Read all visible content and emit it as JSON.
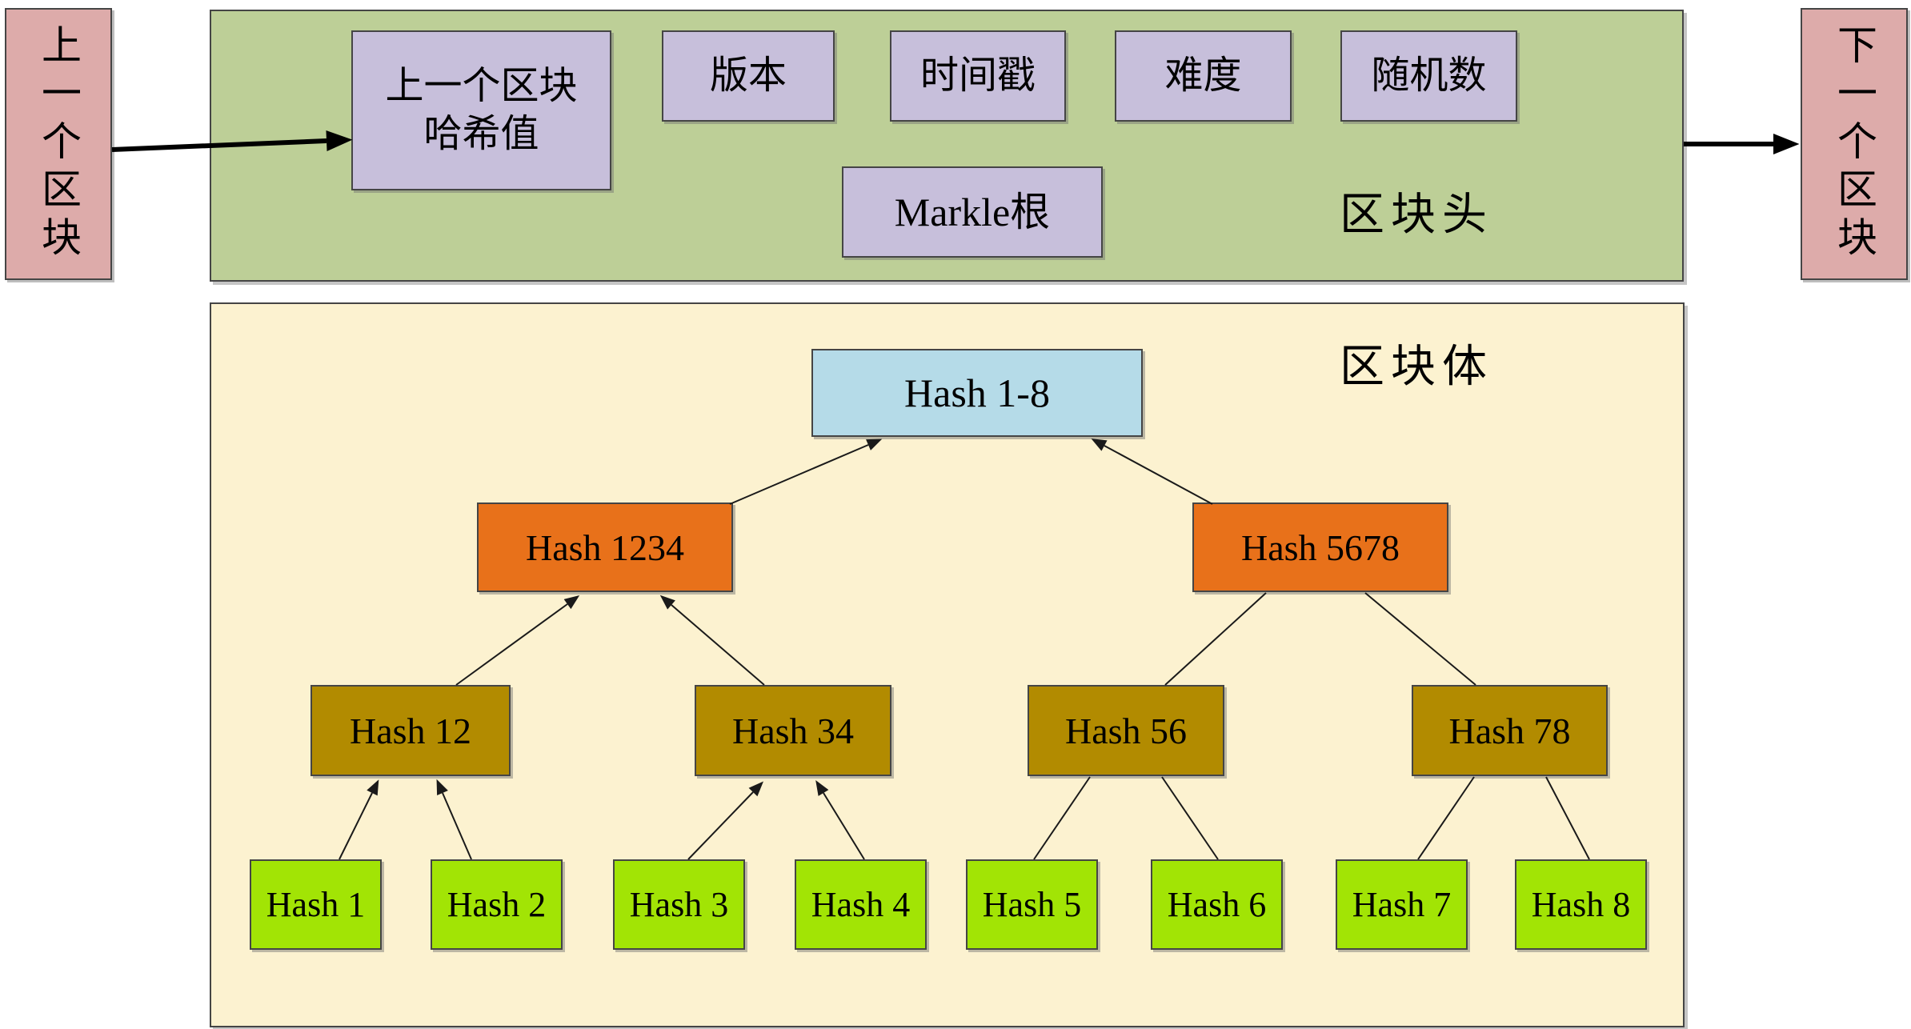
{
  "diagram": {
    "prev_block": {
      "label": "上一个区块"
    },
    "next_block": {
      "label": "下一个区块"
    },
    "block_header": {
      "section_label": "区块头",
      "prev_hash": {
        "line1": "上一个区块",
        "line2": "哈希值"
      },
      "version": "版本",
      "timestamp": "时间戳",
      "difficulty": "难度",
      "nonce": "随机数",
      "merkle_root": "Markle根"
    },
    "block_body": {
      "section_label": "区块体",
      "merkle_tree": {
        "root": "Hash 1-8",
        "level_2": [
          "Hash 1234",
          "Hash 5678"
        ],
        "level_3": [
          "Hash 12",
          "Hash 34",
          "Hash 56",
          "Hash 78"
        ],
        "leaves": [
          "Hash 1",
          "Hash 2",
          "Hash 3",
          "Hash 4",
          "Hash 5",
          "Hash 6",
          "Hash 7",
          "Hash 8"
        ]
      }
    },
    "colors": {
      "header_bg": "#bdcf97",
      "body_bg": "#fcf2d0",
      "adjacent_block_bg": "#ddabaa",
      "header_field_bg": "#c7bfdb",
      "root_hash_bg": "#b5dbe8",
      "branch_hash_bg": "#e8711a",
      "subbranch_hash_bg": "#b28b00",
      "leaf_hash_bg": "#a2e405",
      "arrow_color": "#000000"
    }
  }
}
